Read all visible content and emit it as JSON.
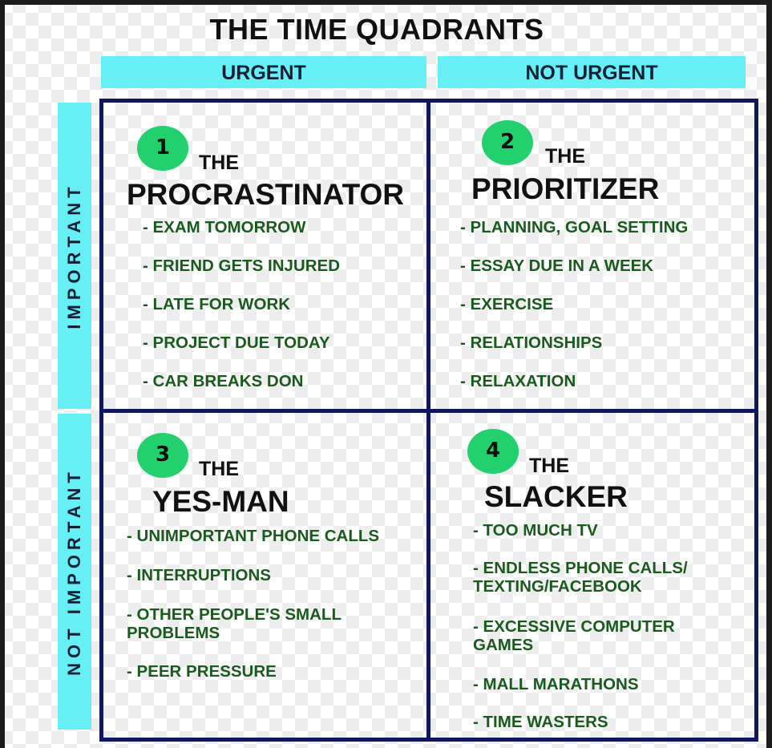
{
  "title": "THE TIME QUADRANTS",
  "columns": {
    "urgent": "URGENT",
    "not_urgent": "NOT URGENT"
  },
  "rows": {
    "important": "IMPORTANT",
    "not_important": "NOT IMPORTANT"
  },
  "colors": {
    "header_bg": "#66f0f5",
    "grid_border": "#12165e",
    "badge": "#22d06e",
    "item_text": "#1a5a1f"
  },
  "quadrants": [
    {
      "number": "1",
      "the": "THE",
      "name": "PROCRASTINATOR",
      "items": [
        "- EXAM TOMORROW",
        "- FRIEND GETS INJURED",
        "- LATE FOR WORK",
        "- PROJECT DUE TODAY",
        "- CAR BREAKS DON"
      ]
    },
    {
      "number": "2",
      "the": "THE",
      "name": "PRIORITIZER",
      "items": [
        "- PLANNING, GOAL SETTING",
        "- ESSAY DUE IN A WEEK",
        "- EXERCISE",
        "- RELATIONSHIPS",
        "- RELAXATION"
      ]
    },
    {
      "number": "3",
      "the": "THE",
      "name": "YES-MAN",
      "items": [
        "- UNIMPORTANT PHONE CALLS",
        "- INTERRUPTIONS",
        "- OTHER PEOPLE'S SMALL PROBLEMS",
        "- PEER PRESSURE"
      ]
    },
    {
      "number": "4",
      "the": "THE",
      "name": "SLACKER",
      "items": [
        "- TOO MUCH TV",
        "- ENDLESS PHONE CALLS/ TEXTING/FACEBOOK",
        "- EXCESSIVE COMPUTER GAMES",
        "- MALL MARATHONS",
        "- TIME WASTERS"
      ]
    }
  ]
}
